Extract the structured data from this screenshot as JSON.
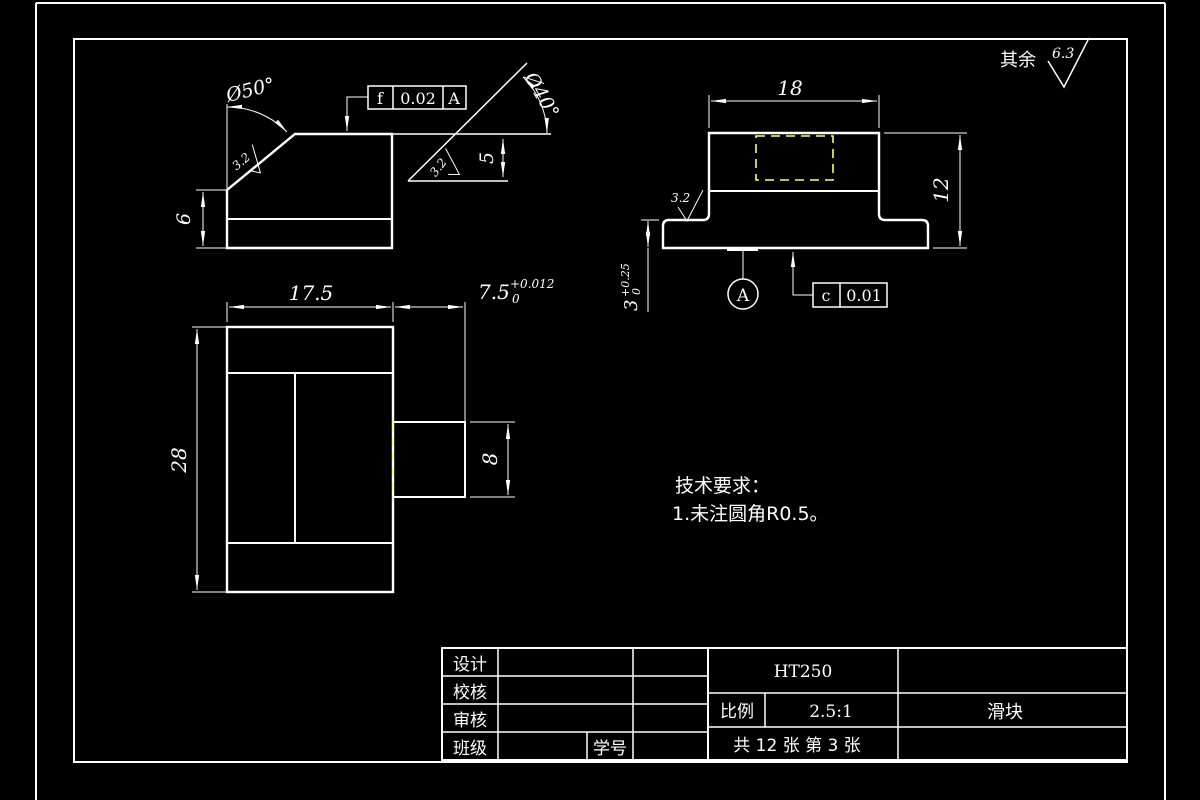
{
  "colors": {
    "background": "#000000",
    "line": "#ffffff",
    "hidden_line": "#ffff66"
  },
  "notes": {
    "other_surfaces": "其余",
    "other_roughness": "6.3",
    "tech_title": "技术要求：",
    "tech_item": "1.未注圆角R0.5。"
  },
  "front": {
    "angle_left": "Ø50°",
    "angle_right": "Ø40°",
    "rough_chamfer": "3.2",
    "rough_incline": "3.2",
    "h_step": "5",
    "h_base": "6",
    "fcf_sym": "f",
    "fcf_tol": "0.02",
    "fcf_datum": "A"
  },
  "side": {
    "w_top": "18",
    "h_total": "12",
    "rough": "3.2",
    "base_h": "3",
    "base_tol_sup": "+0.25",
    "base_tol_sub": "0",
    "datum": "A",
    "fcf_sym": "c",
    "fcf_tol": "0.01"
  },
  "plan": {
    "w_body": "17.5",
    "w_tongue": "7.5",
    "tongue_sup": "+0.012",
    "tongue_sub": "0",
    "l_body": "28",
    "l_tongue": "8"
  },
  "title_block": {
    "design": "设计",
    "check": "校核",
    "audit": "审核",
    "class": "班级",
    "student_no": "学号",
    "material": "HT250",
    "scale_label": "比例",
    "scale_value": "2.5:1",
    "part_name": "滑块",
    "sheets": "共 12 张 第 3 张"
  }
}
